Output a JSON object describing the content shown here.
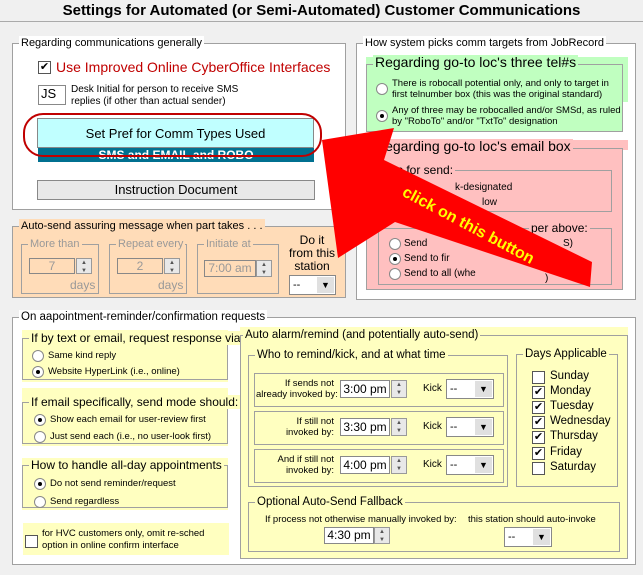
{
  "title": "Settings for Automated (or Semi-Automated) Customer Communications",
  "general": {
    "legend": "Regarding communications generally",
    "use_improved_label": "Use Improved Online CyberOffice Interfaces",
    "use_improved_checked": true,
    "desk_initial_value": "JS",
    "desk_initial_label_1": "Desk Initial for person to receive SMS",
    "desk_initial_label_2": "replies (if other than actual sender)",
    "set_pref_button": "Set Pref for Comm Types Used",
    "comm_types_value": "SMS and EMAIL and ROBO",
    "instruction_button": "Instruction Document"
  },
  "autosend": {
    "legend": "Auto-send assuring message when part takes . . .",
    "more_than_label": "More than",
    "more_than_value": "7",
    "days1": "days",
    "repeat_label": "Repeat every",
    "repeat_value": "2",
    "days2": "days",
    "initiate_label": "Initiate at",
    "initiate_value": "7:00 am",
    "station_label_1": "Do it",
    "station_label_2": "from this",
    "station_label_3": "station",
    "station_value": "--"
  },
  "targets": {
    "legend": "How system picks comm targets from JobRecord",
    "tel": {
      "legend": "Regarding go-to loc's three tel#s",
      "opt1_1": "There is robocall potential only, and only to target in",
      "opt1_2": "first telnumber box (this was the original standard)",
      "opt2_1": "Any of three may be robocalled and/or SMSd, as ruled",
      "opt2_2": "by \"RoboTo\" and/or \"TxtTo\" designation",
      "selected": 2
    },
    "email": {
      "legend": "Regarding go-to loc's email box",
      "sub1_legend": "ms for send:",
      "sub1_opt1": "k-designated",
      "sub1_opt2": "low",
      "sub2_legend": "per above:",
      "sub2_opt1": "Send",
      "sub2_opt1_tail": "S)",
      "sub2_opt2": "Send to fir",
      "sub2_opt3": "Send to all (whe",
      "sub2_opt3_tail": ")",
      "selected": 2
    },
    "colors": {
      "tel_bg": "#c0ffc0",
      "email_bg": "#ffc0c0"
    }
  },
  "appointments": {
    "legend": "On aapointment-reminder/confirmation requests",
    "response": {
      "legend": "If by text or email, request response via:",
      "opt1": "Same kind reply",
      "opt2": "Website HyperLink (i.e., online)",
      "selected": 2
    },
    "mode": {
      "legend": "If email specifically, send mode should:",
      "opt1": "Show each email for user-review first",
      "opt2": "Just send each (i.e., no user-look first)",
      "selected": 1
    },
    "allday": {
      "legend": "How to handle all-day appointments",
      "opt1": "Do not send reminder/request",
      "opt2": "Send regardless",
      "selected": 1
    },
    "hvc_label_1": "for HVC customers only, omit re-sched",
    "hvc_label_2": "option in online confirm interface",
    "hvc_checked": false,
    "alarm": {
      "legend": "Auto alarm/remind (and potentially auto-send)",
      "who_legend": "Who to remind/kick, and at what time",
      "rows": [
        {
          "l1": "If sends not",
          "l2": "already invoked by:",
          "time": "3:00 pm",
          "kick": "Kick",
          "kick_value": "--"
        },
        {
          "l1": "If still not",
          "l2": "invoked by:",
          "time": "3:30 pm",
          "kick": "Kick",
          "kick_value": "--"
        },
        {
          "l1": "And if still not",
          "l2": "invoked by:",
          "time": "4:00 pm",
          "kick": "Kick",
          "kick_value": "--"
        }
      ],
      "days_legend": "Days Applicable",
      "days": [
        {
          "name": "Sunday",
          "checked": false
        },
        {
          "name": "Monday",
          "checked": true
        },
        {
          "name": "Tuesday",
          "checked": true
        },
        {
          "name": "Wednesday",
          "checked": true
        },
        {
          "name": "Thursday",
          "checked": true
        },
        {
          "name": "Friday",
          "checked": true
        },
        {
          "name": "Saturday",
          "checked": false
        }
      ],
      "fallback": {
        "legend": "Optional Auto-Send Fallback",
        "label_left": "If process not otherwise manually invoked by:",
        "time": "4:30 pm",
        "label_right": "this station should auto-invoke",
        "station_value": "--"
      }
    }
  },
  "annotation": {
    "text": "click on this button",
    "arrow_color": "#ff0000",
    "text_color": "#ffff00"
  }
}
